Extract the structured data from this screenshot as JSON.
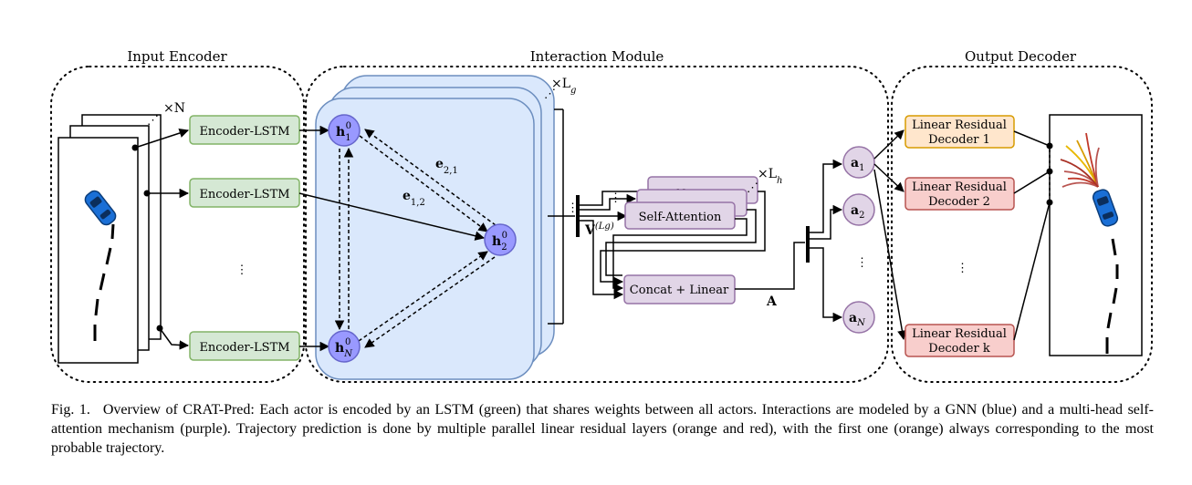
{
  "sections": {
    "input_encoder": "Input Encoder",
    "interaction_module": "Interaction Module",
    "output_decoder": "Output Decoder"
  },
  "encoder": {
    "lstm_label": "Encoder-LSTM",
    "repeat": "×N"
  },
  "gnn": {
    "repeat": "×L",
    "repeat_sub": "g",
    "nodes": [
      "h",
      "h",
      "h"
    ],
    "node_subs": [
      "1",
      "2",
      "N"
    ],
    "node_sup": "0",
    "edges": [
      "e",
      "e"
    ],
    "edge_subs": [
      "2,1",
      "1,2"
    ],
    "output": "V",
    "output_sup": "(Lg)"
  },
  "attention": {
    "head_label": "Self-Attention",
    "repeat": "×L",
    "repeat_sub": "h",
    "concat_label": "Concat + Linear",
    "output": "A"
  },
  "actors": {
    "symbol": "a",
    "subs": [
      "1",
      "2",
      "N"
    ]
  },
  "decoders": [
    {
      "line1": "Linear Residual",
      "line2": "Decoder 1"
    },
    {
      "line1": "Linear Residual",
      "line2": "Decoder 2"
    },
    {
      "line1": "Linear Residual",
      "line2": "Decoder k"
    }
  ],
  "colors": {
    "lstm_fill": "#d5e8d4",
    "lstm_stroke": "#82b366",
    "gnn_fill": "#dae8fc",
    "gnn_stroke": "#6c8ebf",
    "node_fill": "#9999ff",
    "node_stroke": "#6666cc",
    "attn_fill": "#e1d5e7",
    "attn_stroke": "#9673a6",
    "dec1_fill": "#ffe6cc",
    "dec1_stroke": "#d79b00",
    "deck_fill": "#f8cecc",
    "deck_stroke": "#b85450",
    "car": "#1a6fd6"
  },
  "caption": {
    "label": "Fig. 1.",
    "text": "Overview of CRAT-Pred: Each actor is encoded by an LSTM (green) that shares weights between all actors. Interactions are modeled by a GNN (blue) and a multi-head self-attention mechanism (purple). Trajectory prediction is done by multiple parallel linear residual layers (orange and red), with the first one (orange) always corresponding to the most probable trajectory."
  }
}
